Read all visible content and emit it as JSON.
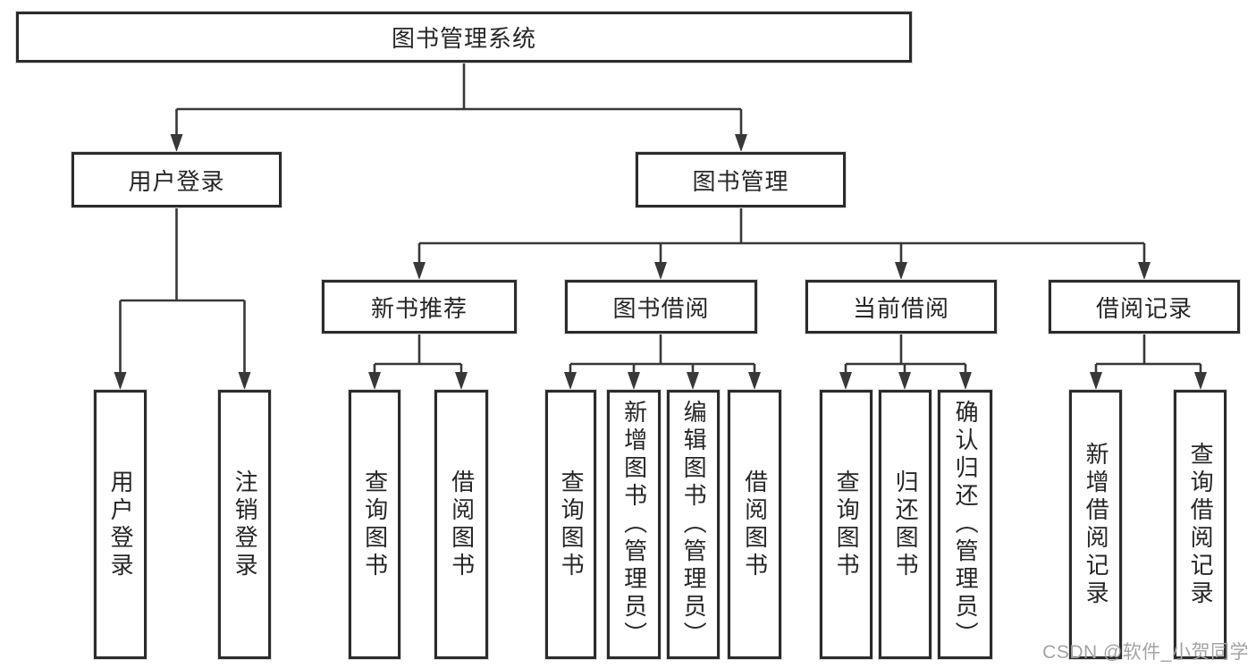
{
  "colors": {
    "line": "#383838",
    "border": "#2b2b2b",
    "text": "#262626",
    "watermark": "#a3a3a3"
  },
  "diagram": {
    "root": {
      "label": "图书管理系统"
    },
    "level2": [
      {
        "label": "用户登录"
      },
      {
        "label": "图书管理"
      }
    ],
    "level3": [
      {
        "label": "新书推荐"
      },
      {
        "label": "图书借阅"
      },
      {
        "label": "当前借阅"
      },
      {
        "label": "借阅记录"
      }
    ],
    "leaves": {
      "user_login": [
        "用户登录",
        "注销登录"
      ],
      "new_book": [
        "查询图书",
        "借阅图书"
      ],
      "borrow": [
        "查询图书",
        "新增图书（管理员）",
        "编辑图书（管理员）",
        "借阅图书"
      ],
      "current": [
        "查询图书",
        "归还图书",
        "确认归还（管理员）"
      ],
      "records": [
        "新增借阅记录",
        "查询借阅记录"
      ]
    }
  },
  "watermark": {
    "text": "CSDN @软件_小贺同学"
  }
}
